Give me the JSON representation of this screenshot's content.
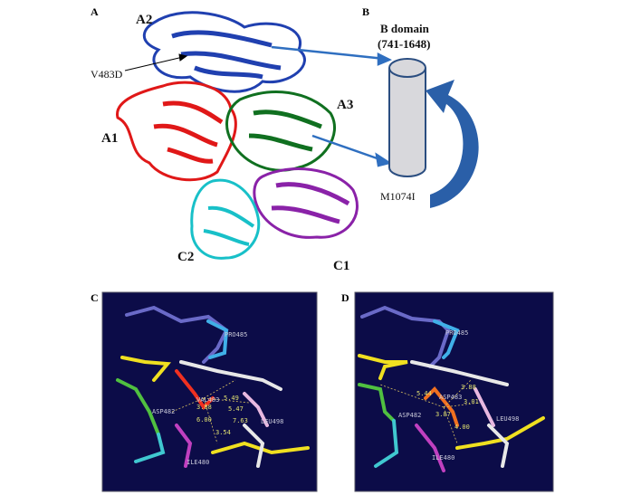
{
  "panel_a": {
    "label": "A",
    "domains": {
      "a1": "A1",
      "a2": "A2",
      "a3": "A3",
      "c1": "C1",
      "c2": "C2"
    },
    "mutation_a2": "V483D",
    "colors": {
      "a1": "#e01818",
      "a2": "#2040b0",
      "a3": "#107020",
      "c1": "#8a22a8",
      "c2": "#18c0c8",
      "arrow": "#2f6fc0"
    }
  },
  "panel_b": {
    "label": "B",
    "title": "B domain",
    "range": "(741-1648)",
    "mutation": "M1074I",
    "cylinder_color": "#d8d8dc",
    "arrow_color": "#2a5fa8"
  },
  "panel_c": {
    "label": "C",
    "background": "#0c0c48",
    "residues": [
      "VAL483",
      "ASP482",
      "LEU498",
      "ILE480",
      "PRO485"
    ],
    "distances": [
      "5.49",
      "3.88",
      "5.47",
      "7.63",
      "3.54",
      "6.00"
    ]
  },
  "panel_d": {
    "label": "D",
    "background": "#0c0c48",
    "residues": [
      "ASP483",
      "ASP482",
      "LEU498",
      "ILE480",
      "PRO485"
    ],
    "distances": [
      "3.88",
      "5.44",
      "3.01",
      "3.87",
      "4.00"
    ]
  }
}
